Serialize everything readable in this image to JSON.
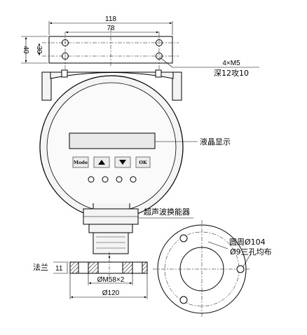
{
  "dimensions": {
    "width_top": "118",
    "hole_spacing": "78",
    "height_outer": "40",
    "height_inner": "30",
    "thread_holes": "4×M5",
    "thread_depth": "深12攻10",
    "flange_thickness": "11",
    "thread_size": "ØM58×2",
    "flange_diameter": "Ø120",
    "circle_diameter": "圆周Ø104",
    "hole_pattern": "Ø9三孔均布"
  },
  "labels": {
    "lcd": "液晶显示",
    "transducer": "超声波换能器",
    "flange": "法兰"
  },
  "buttons": {
    "mode": "Mode",
    "ok": "OK"
  },
  "icons": {
    "up": "up-arrow-icon",
    "down": "down-arrow-icon"
  },
  "colors": {
    "line": "#000000",
    "body_fill": "#f4f4f4",
    "display_fill": "#e9e9e9",
    "hatch": "#000000"
  }
}
